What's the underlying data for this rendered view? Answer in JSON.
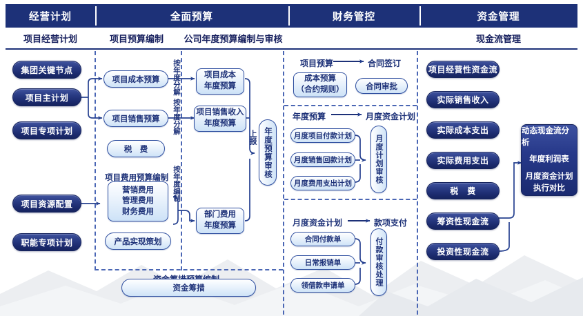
{
  "header": {
    "columns": [
      {
        "label": "经营计划"
      },
      {
        "label": "全面预算"
      },
      {
        "label": "财务管控"
      },
      {
        "label": "资金管理"
      }
    ],
    "sub_columns": [
      {
        "label": "项目经营计划"
      },
      {
        "label": "项目预算编制"
      },
      {
        "label": "公司年度预算编制与审核"
      },
      {
        "label": ""
      },
      {
        "label": "现金流管理"
      }
    ]
  },
  "col1": {
    "items": [
      {
        "label": "集团关键节点"
      },
      {
        "label": "项目主计划"
      },
      {
        "label": "项目专项计划"
      },
      {
        "label": "项目资源配置"
      },
      {
        "label": "职能专项计划"
      }
    ]
  },
  "col2": {
    "items": [
      {
        "label": "项目成本预算"
      },
      {
        "label": "项目销售预算"
      },
      {
        "label": "税　费"
      }
    ],
    "expense_group_title": "项目费用预算编制",
    "expense_lines": [
      "营销费用",
      "管理费用",
      "财务费用"
    ],
    "product_plan": "产品实现策划",
    "vertical_labels": [
      "按年度分解",
      "按年度分解",
      "按年度编制"
    ]
  },
  "col3": {
    "items": [
      {
        "line1": "项目成本",
        "line2": "年度预算"
      },
      {
        "line1": "项目销售收入",
        "line2": "年度预算"
      },
      {
        "line1": "部门费用",
        "line2": "年度预算"
      }
    ],
    "submit_label": "上报",
    "review_pill": "年度预算审核"
  },
  "funding": {
    "title": "资金筹措预算编制",
    "pill": "资金筹措"
  },
  "col4": {
    "section1": {
      "from": "项目预算",
      "to": "合同签订",
      "cost_budget_line1": "成本预算",
      "cost_budget_line2": "（合约规则）",
      "contract_approval": "合同审批"
    },
    "section2": {
      "from": "年度预算",
      "to": "月度资金计划",
      "items": [
        "月度项目付款计划",
        "月度销售回款计划",
        "月度费用支出计划"
      ],
      "review_pill": "月度计划审核"
    },
    "section3": {
      "from": "月度资金计划",
      "to": "款项支付",
      "items": [
        "合同付款单",
        "日常报销单",
        "领借款申请单"
      ],
      "review_pill": "付款审核处理"
    }
  },
  "col5": {
    "items": [
      {
        "label": "项目经营性资金流"
      },
      {
        "label": "实际销售收入"
      },
      {
        "label": "实际成本支出"
      },
      {
        "label": "实际费用支出"
      },
      {
        "label": "税　费"
      },
      {
        "label": "筹资性现金流"
      },
      {
        "label": "投资性现金流"
      }
    ],
    "analysis": {
      "line1": "动态现金流分析",
      "line2": "年度利润表",
      "line3a": "月度资金计划",
      "line3b": "执行对比"
    }
  },
  "colors": {
    "header_navy": "#1d3178",
    "text_navy": "#1d3178",
    "dash_blue": "#4a66b4",
    "connector_blue": "#2a4596"
  }
}
